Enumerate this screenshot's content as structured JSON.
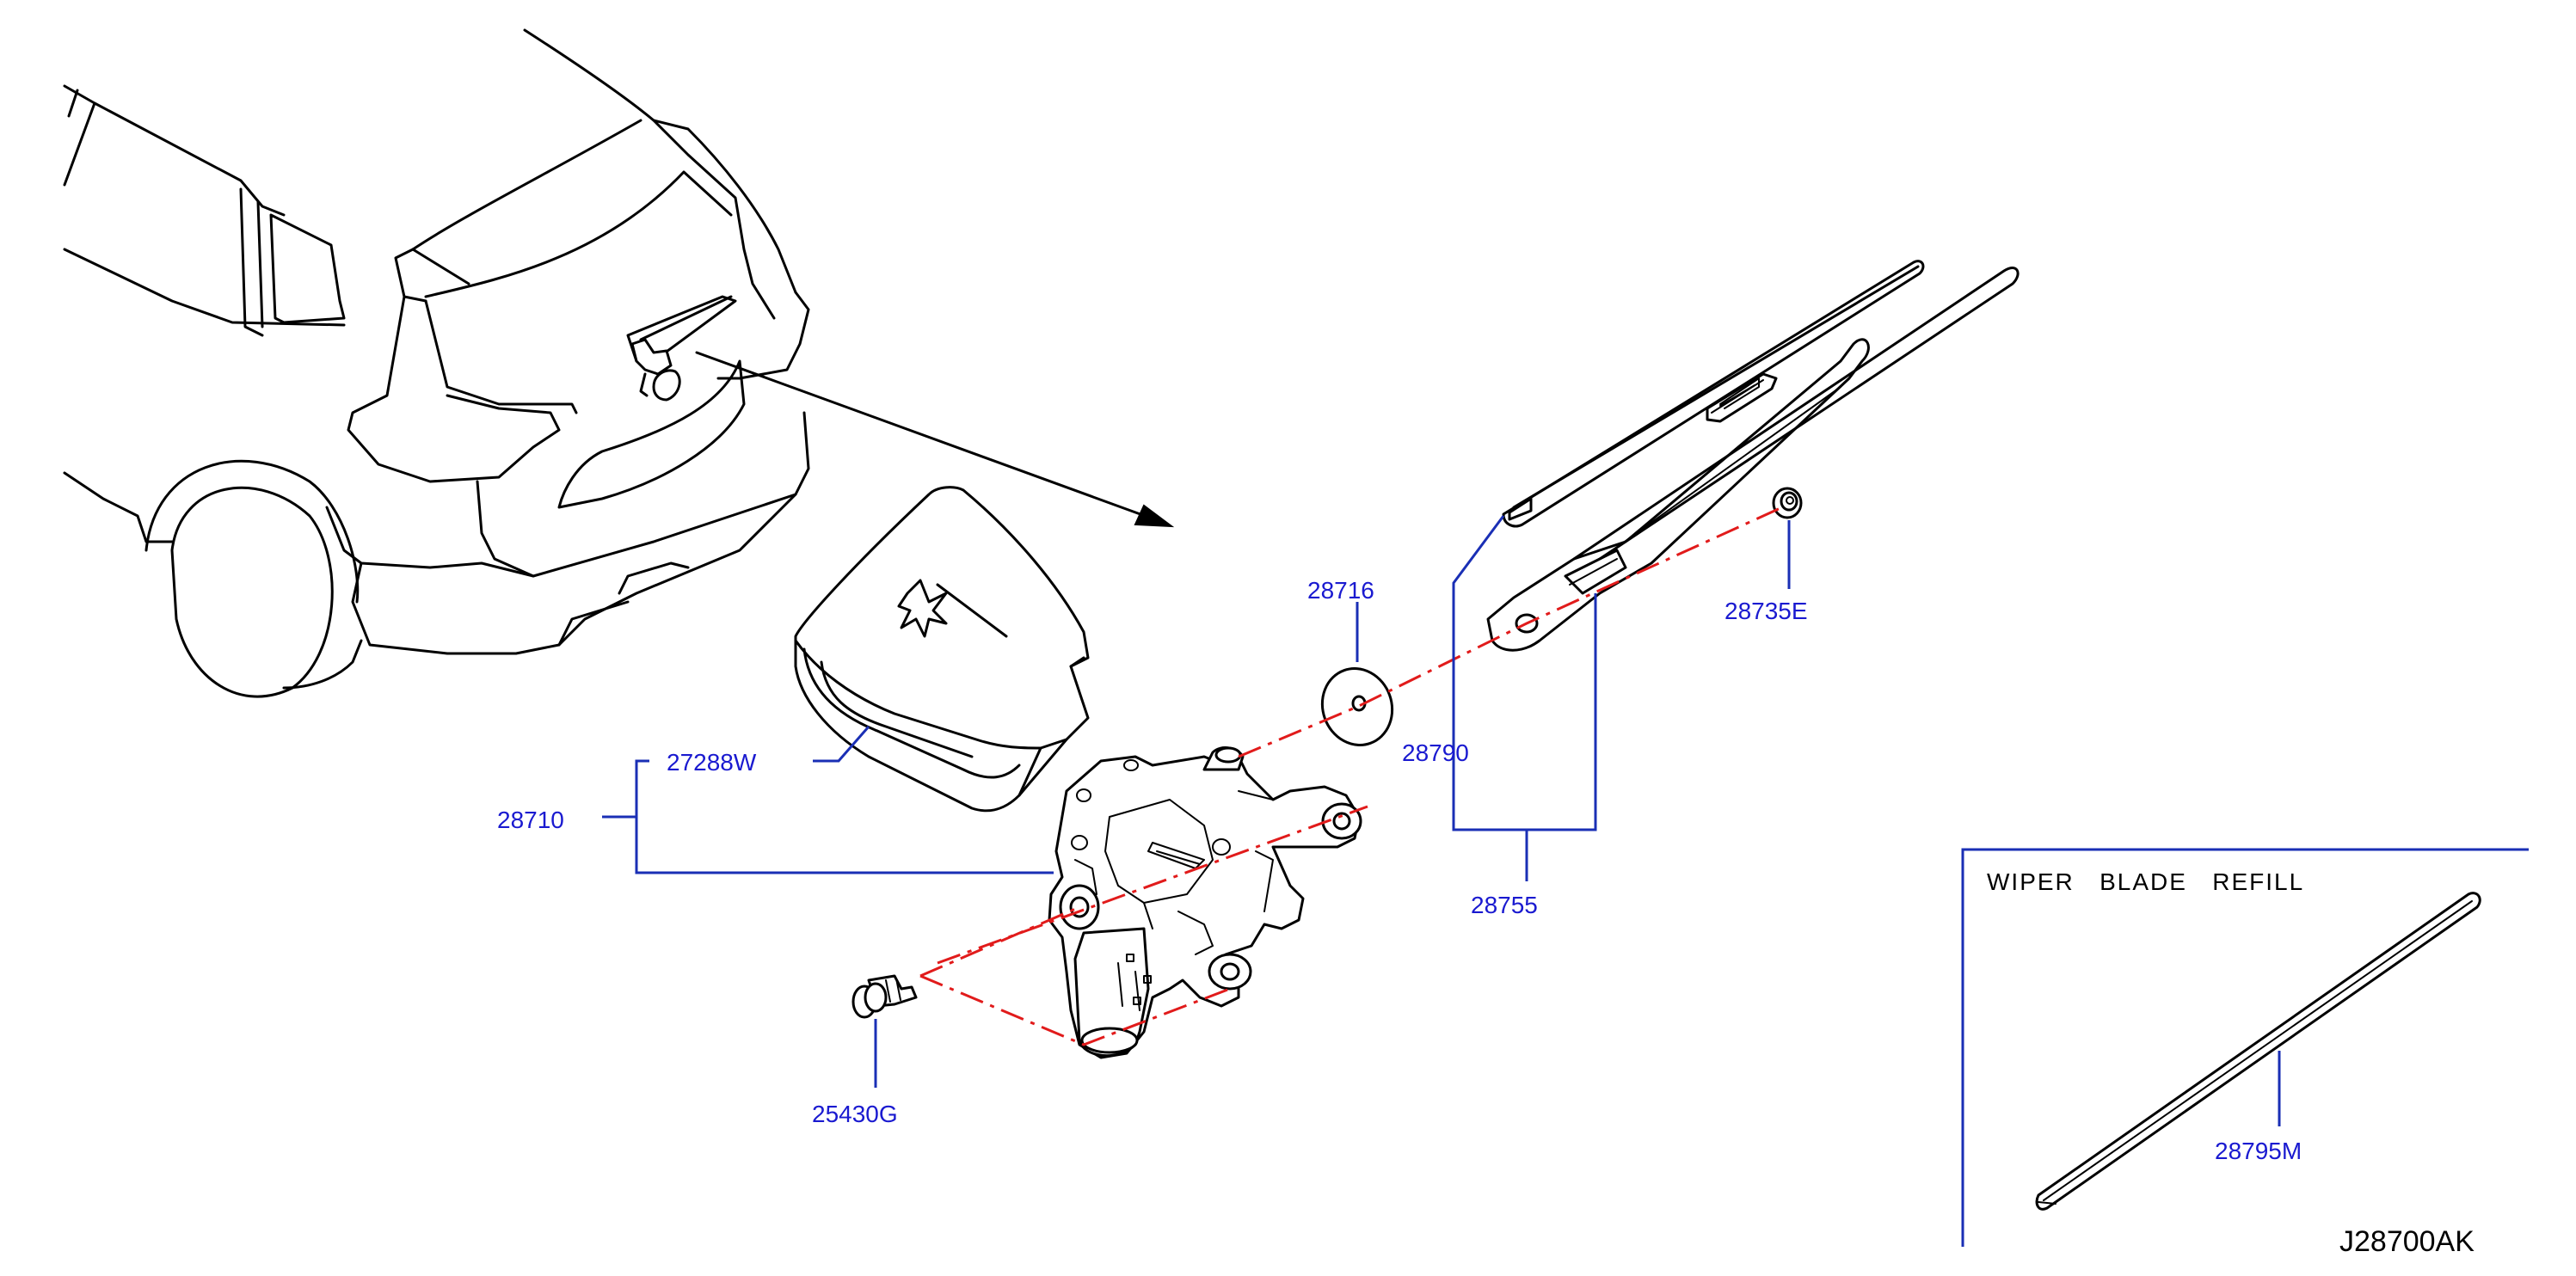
{
  "colors": {
    "leader": "#1a2fb5",
    "callout_text": "#1a1ad0",
    "centerline": "#e11b1b",
    "drawing": "#000000"
  },
  "callouts": {
    "part_28716": "28716",
    "part_28735E": "28735E",
    "part_28790": "28790",
    "part_27288W": "27288W",
    "part_28710": "28710",
    "part_28755": "28755",
    "part_25430G": "25430G",
    "part_28795M": "28795M"
  },
  "inset": {
    "title": "WIPER   BLADE   REFILL"
  },
  "diagram_code": "J28700AK"
}
